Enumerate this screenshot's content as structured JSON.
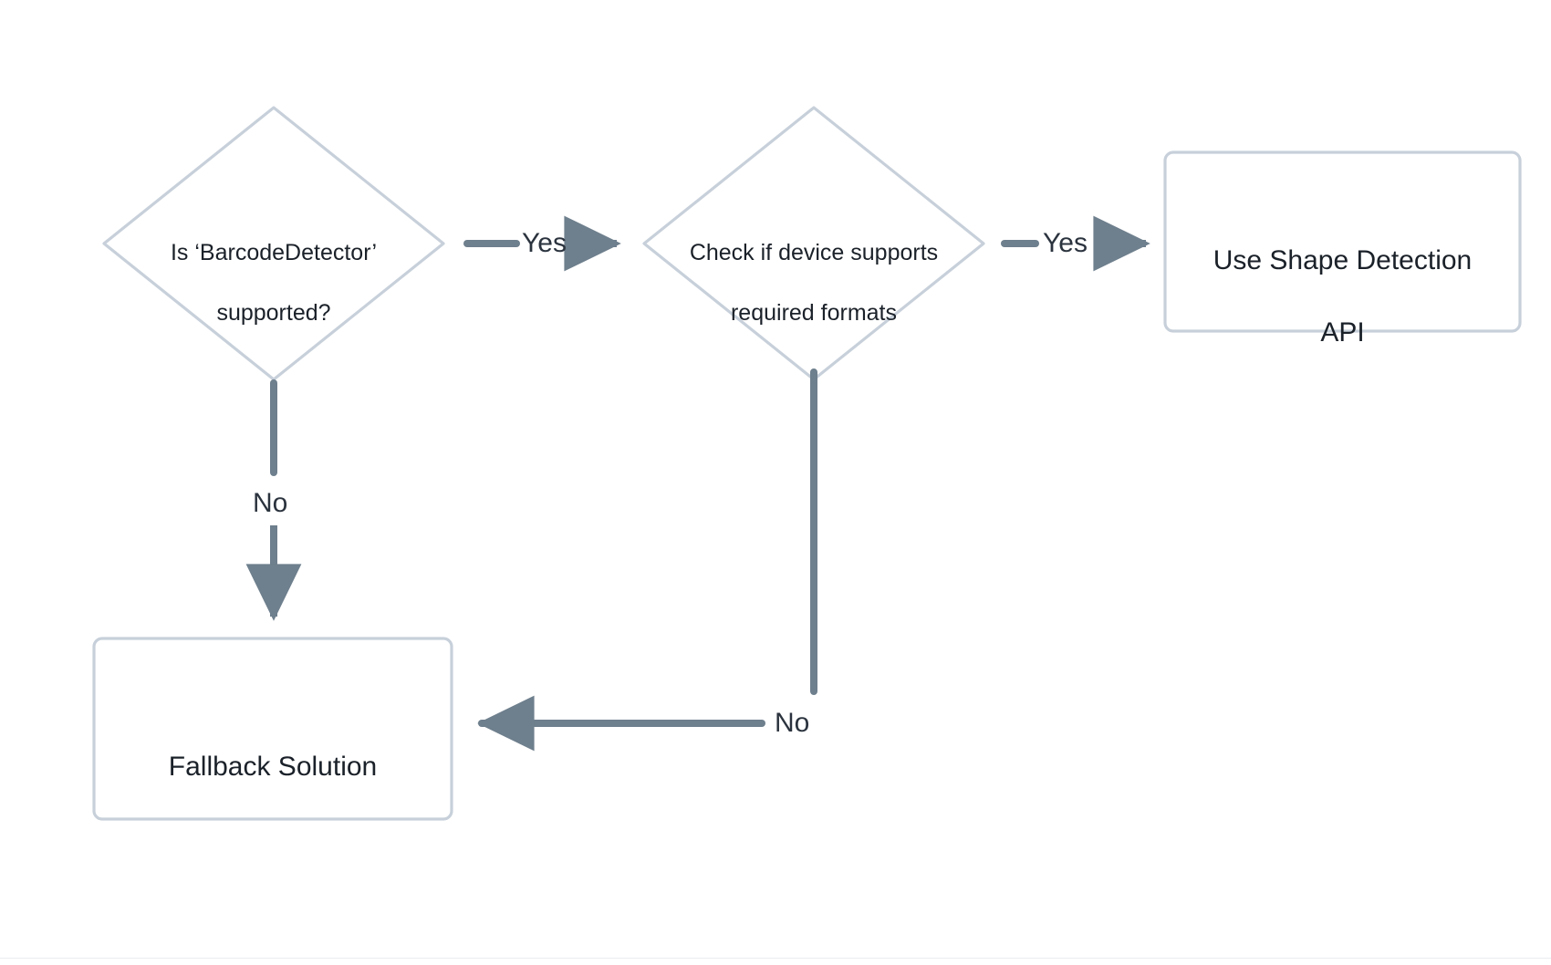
{
  "diagram": {
    "title": "BarcodeDetector support decision flow",
    "background": "#ffffff",
    "node_border_color": "#c7d0da",
    "node_fill_color": "#ffffff",
    "edge_color": "#6e7f8d",
    "text_color": "#1b2129",
    "nodes": [
      {
        "id": "is-barcodedetector-supported",
        "type": "decision",
        "shape": "diamond",
        "label": "Is ‘BarcodeDetector’\nsupported?",
        "line1": "Is ‘BarcodeDetector’",
        "line2": "supported?"
      },
      {
        "id": "check-device-formats",
        "type": "decision",
        "shape": "diamond",
        "label": "Check if device supports\nrequired formats",
        "line1": "Check if device supports",
        "line2": "required formats"
      },
      {
        "id": "use-shape-detection-api",
        "type": "process",
        "shape": "rounded-rectangle",
        "label": "Use Shape Detection\nAPI",
        "line1": "Use Shape Detection",
        "line2": "API"
      },
      {
        "id": "fallback-solution",
        "type": "process",
        "shape": "rounded-rectangle",
        "label": "Fallback Solution",
        "line1": "Fallback Solution",
        "line2": ""
      }
    ],
    "edges": [
      {
        "id": "edge-supported-yes",
        "from": "is-barcodedetector-supported",
        "to": "check-device-formats",
        "label": "Yes",
        "direction": "right"
      },
      {
        "id": "edge-supported-no",
        "from": "is-barcodedetector-supported",
        "to": "fallback-solution",
        "label": "No",
        "direction": "down"
      },
      {
        "id": "edge-formats-yes",
        "from": "check-device-formats",
        "to": "use-shape-detection-api",
        "label": "Yes",
        "direction": "right"
      },
      {
        "id": "edge-formats-no",
        "from": "check-device-formats",
        "to": "fallback-solution",
        "label": "No",
        "direction": "down-left"
      }
    ]
  }
}
